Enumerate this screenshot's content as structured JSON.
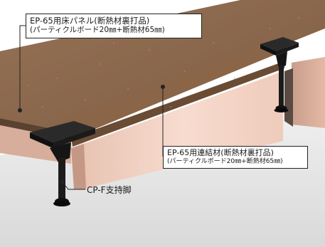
{
  "labels": {
    "floor_panel": {
      "line1": "EP-65用床パネル(断熱材裏打品)",
      "line2": "(パーティクルボード20㎜+断熱材65㎜)"
    },
    "connector": {
      "line1": "EP-65用連結材(断熱材裏打品)",
      "line2": "(パーティクルボード20㎜+断熱材65㎜)"
    },
    "support_leg": "CP-F支持脚"
  },
  "colors": {
    "particle_board_top": "#8f6a4c",
    "particle_board_edge": "#6f4f36",
    "insulation": "#f1cfc0",
    "support_black": "#1b1b1b",
    "floor_gray": "#dcdcdc"
  }
}
